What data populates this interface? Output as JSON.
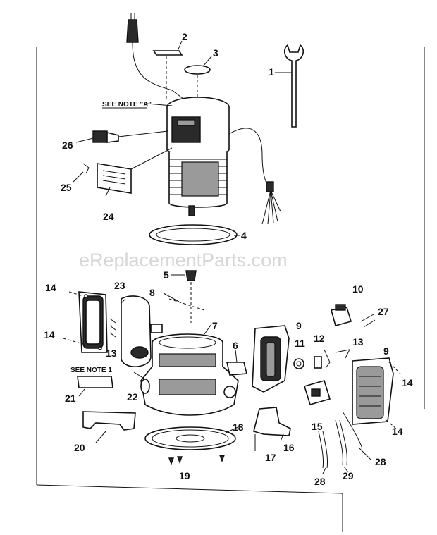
{
  "watermark": "eReplacementParts.com",
  "notes": {
    "note_a": "SEE NOTE \"A\"",
    "note_1": "SEE NOTE 1"
  },
  "callouts": {
    "c1": "1",
    "c2": "2",
    "c3": "3",
    "c4": "4",
    "c5": "5",
    "c6": "6",
    "c7": "7",
    "c8": "8",
    "c9a": "9",
    "c9b": "9",
    "c10": "10",
    "c11": "11",
    "c12": "12",
    "c13a": "13",
    "c13b": "13",
    "c14a": "14",
    "c14b": "14",
    "c14c": "14",
    "c14d": "14",
    "c15": "15",
    "c16": "16",
    "c17": "17",
    "c18": "18",
    "c19": "19",
    "c20": "20",
    "c21": "21",
    "c22": "22",
    "c23": "23",
    "c24": "24",
    "c25": "25",
    "c26": "26",
    "c27": "27",
    "c28a": "28",
    "c28b": "28",
    "c29": "29"
  }
}
